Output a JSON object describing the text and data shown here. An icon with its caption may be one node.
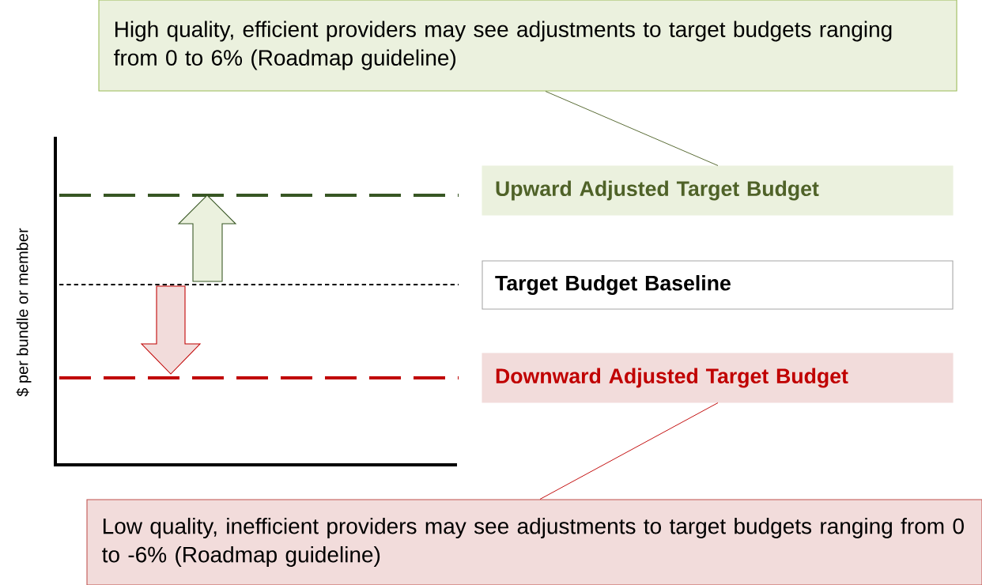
{
  "diagram": {
    "nodes": [
      {
        "text": [
          "High quality, efficient providers may see adjustments to target budgets ranging from 0 to 6% (Roadmap guideline)"
        ]
      },
      {
        "text": [
          "Upward Adjusted Target Budget"
        ]
      },
      {
        "text": [
          "Target Budget Baseline"
        ]
      },
      {
        "text": [
          "Downward Adjusted Target Budget"
        ]
      },
      {
        "text": [
          "Low quality, inefficient providers may see adjustments to target budgets ranging from 0 to -6% (Roadmap guideline)"
        ]
      }
    ],
    "edges": [
      {
        "from": 0,
        "to": 1,
        "arrow": "none",
        "color": "#4f6228"
      },
      {
        "from": 3,
        "to": 4,
        "arrow": "none",
        "color": "#c00000"
      }
    ],
    "labels": [
      "$ per bundle or member"
    ]
  }
}
